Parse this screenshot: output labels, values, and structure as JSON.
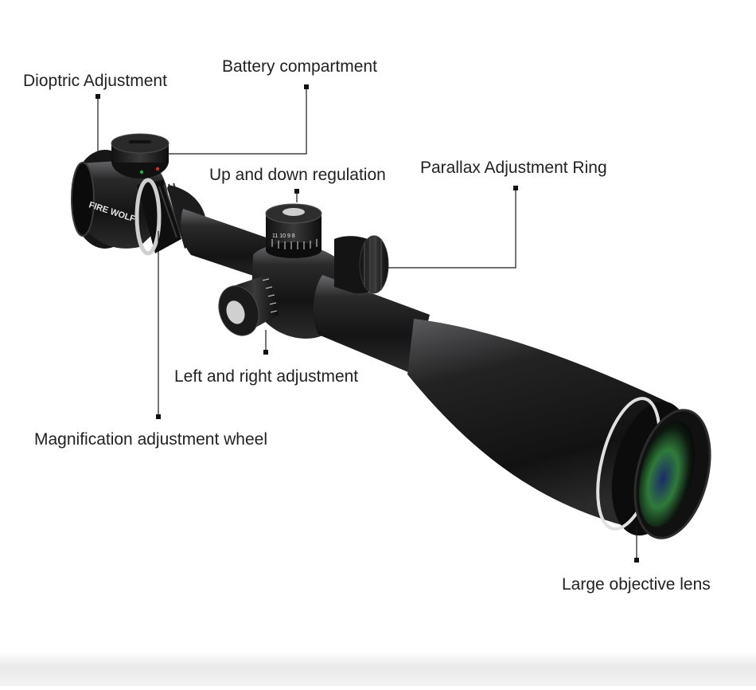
{
  "colors": {
    "background": "#ffffff",
    "scope_body": "#1b1b1c",
    "scope_highlight": "#5a5a5c",
    "lens_rim": "#d9d9d9",
    "lens_glass": "#2e6b3a",
    "label_text": "#222222",
    "leader_line": "#1a1a1a"
  },
  "product": {
    "brand_engraving": "FIRE WOLF",
    "elevation_turret_marks": "11 10 9 8"
  },
  "callouts": {
    "dioptric": "Dioptric Adjustment",
    "battery": "Battery compartment",
    "up_down": "Up and down regulation",
    "parallax": "Parallax Adjustment Ring",
    "left_right": "Left and right adjustment",
    "magnification": "Magnification adjustment wheel",
    "objective": "Large objective lens"
  }
}
